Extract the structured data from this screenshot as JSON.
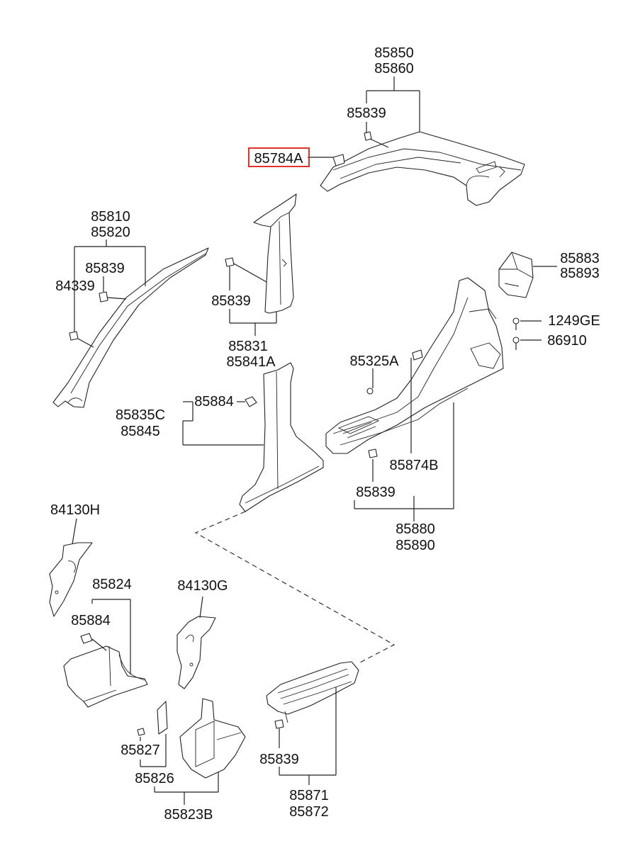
{
  "callouts": {
    "c85850": "85850",
    "c85860": "85860",
    "c85839_top": "85839",
    "c85784A": "85784A",
    "c85810": "85810",
    "c85820": "85820",
    "c85839_a": "85839",
    "c84339": "84339",
    "c85839_b": "85839",
    "c85831": "85831",
    "c85841A": "85841A",
    "c85883": "85883",
    "c85893": "85893",
    "c1249GE": "1249GE",
    "c86910": "86910",
    "c85325A": "85325A",
    "c85884_a": "85884",
    "c85835C": "85835C",
    "c85845": "85845",
    "c85874B": "85874B",
    "c85839_c": "85839",
    "c85880": "85880",
    "c85890": "85890",
    "c84130H": "84130H",
    "c85824": "85824",
    "c84130G": "84130G",
    "c85884_b": "85884",
    "c85827": "85827",
    "c85826": "85826",
    "c85823B": "85823B",
    "c85839_d": "85839",
    "c85871": "85871",
    "c85872": "85872"
  },
  "highlight": {
    "part": "85784A",
    "color": "#e0322b"
  }
}
